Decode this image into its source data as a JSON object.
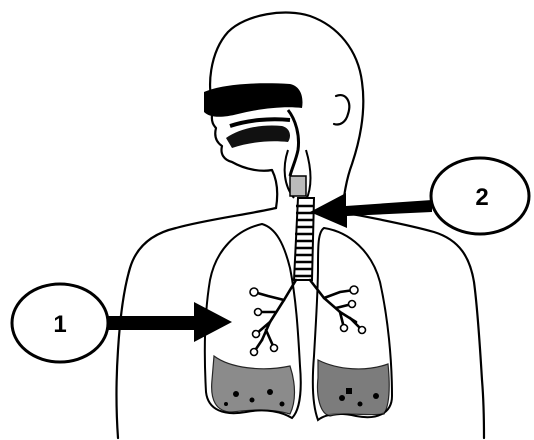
{
  "diagram": {
    "callouts": [
      {
        "number": "1",
        "points_to": "lung"
      },
      {
        "number": "2",
        "points_to": "trachea"
      }
    ],
    "colors": {
      "ink": "#000000",
      "paper": "#ffffff"
    },
    "icons": [
      "head-icon",
      "torso-outline-icon",
      "lung-icon",
      "trachea-icon",
      "bronchi-icon",
      "nasal-cavity-icon"
    ]
  }
}
